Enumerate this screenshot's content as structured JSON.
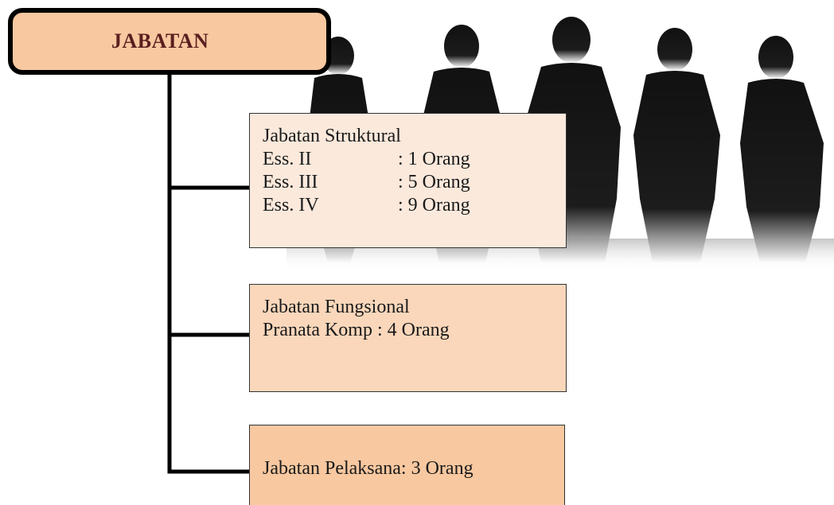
{
  "root": {
    "title": "JABATAN"
  },
  "nodes": [
    {
      "title": "Jabatan Struktural",
      "rows": [
        {
          "label": "Ess. II",
          "value": ": 1 Orang"
        },
        {
          "label": "Ess. III",
          "value": ": 5 Orang"
        },
        {
          "label": "Ess. IV",
          "value": ": 9 Orang"
        }
      ]
    },
    {
      "title": "Jabatan Fungsional",
      "line": "Pranata Komp : 4 Orang"
    },
    {
      "line": "Jabatan Pelaksana: 3 Orang"
    }
  ],
  "colors": {
    "root_fill": "#f8c8a0",
    "root_text": "#5b1f1f",
    "node1_fill": "#fbe9dc",
    "node2_fill": "#fad7bb",
    "node3_fill": "#f8c8a0",
    "connector": "#000000"
  },
  "background_image": "businessmen-silhouette"
}
